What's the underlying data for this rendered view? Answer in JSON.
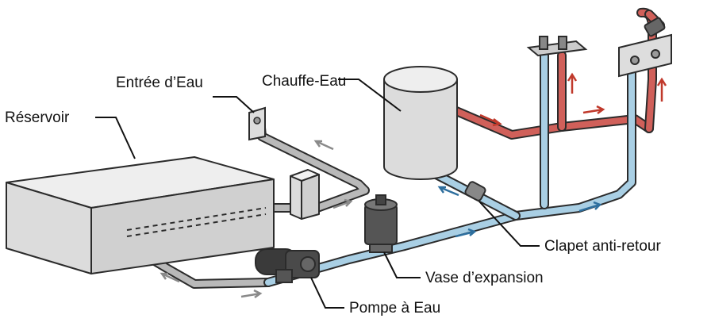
{
  "labels": {
    "reservoir": "Réservoir",
    "water_inlet": "Entrée d’Eau",
    "water_heater": "Chauffe-Eau",
    "check_valve": "Clapet anti-retour",
    "expansion_tank": "Vase d’expansion",
    "water_pump": "Pompe à Eau"
  },
  "colors": {
    "hot_pipe": "#d0605a",
    "cold_pipe": "#a9cfe4",
    "gray_pipe": "#b9b9b9",
    "outline": "#2b2b2b",
    "hot_arrow": "#c0392b",
    "cold_arrow": "#2e6f9e",
    "gray_arrow": "#8a8a8a"
  }
}
